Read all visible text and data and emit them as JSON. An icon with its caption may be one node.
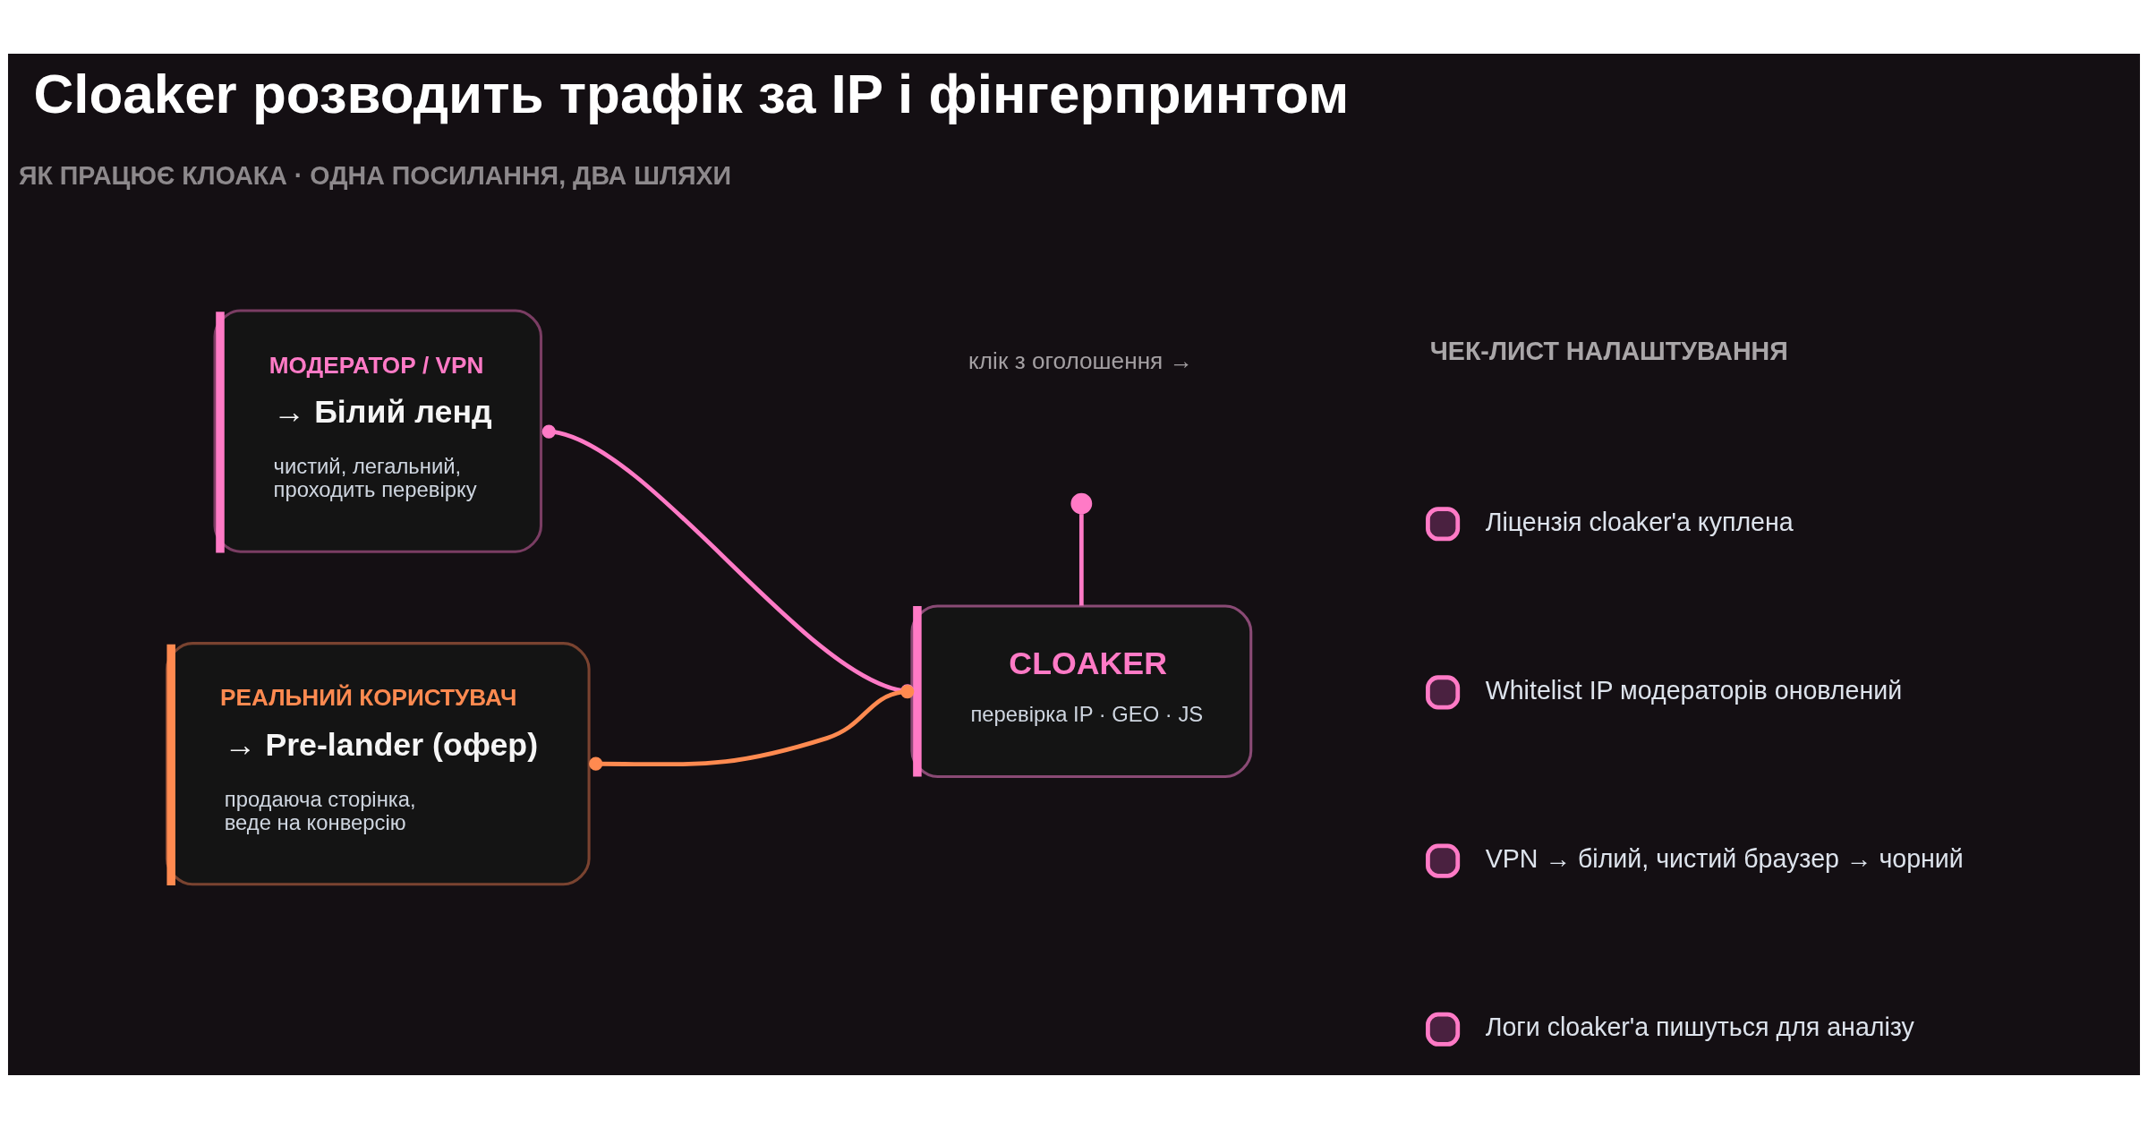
{
  "diagram": {
    "title": "Cloaker розводить трафік за IP і фінгерпринтом",
    "nodes": [
      {
        "text": [
          "МОДЕРАТОР / VPN",
          "→ Білий ленд",
          "чистий, легальний, проходить перевірку"
        ]
      },
      {
        "text": [
          "РЕАЛЬНИЙ КОРИСТУВАЧ",
          "→ Pre-lander (офер)",
          "продаюча сторінка, веде на конверсію"
        ]
      },
      {
        "text": [
          "CLOAKER",
          "перевірка IP · GEO · JS"
        ]
      },
      {
        "text": [],
        "shape": "circle"
      }
    ],
    "edges": [
      {
        "from": 2,
        "to": 0,
        "arrow": "other"
      },
      {
        "from": 2,
        "to": 1,
        "arrow": "other",
        "color": "#ff8a50"
      },
      {
        "from": 3,
        "to": 2,
        "arrow": "none"
      }
    ],
    "labels": [
      "ЯК ПРАЦЮЄ КЛОАКА · ОДНА ПОСИЛАННЯ, ДВА ШЛЯХИ",
      "клік з оголошення →",
      "ЧЕК-ЛИСТ НАЛАШТУВАННЯ",
      "Ліцензія cloaker'а куплена",
      "Whitelist IP модераторів оновлений",
      "VPN → білий, чистий браузер → чорний",
      "Логи cloaker'а пишуться для аналізу"
    ]
  }
}
